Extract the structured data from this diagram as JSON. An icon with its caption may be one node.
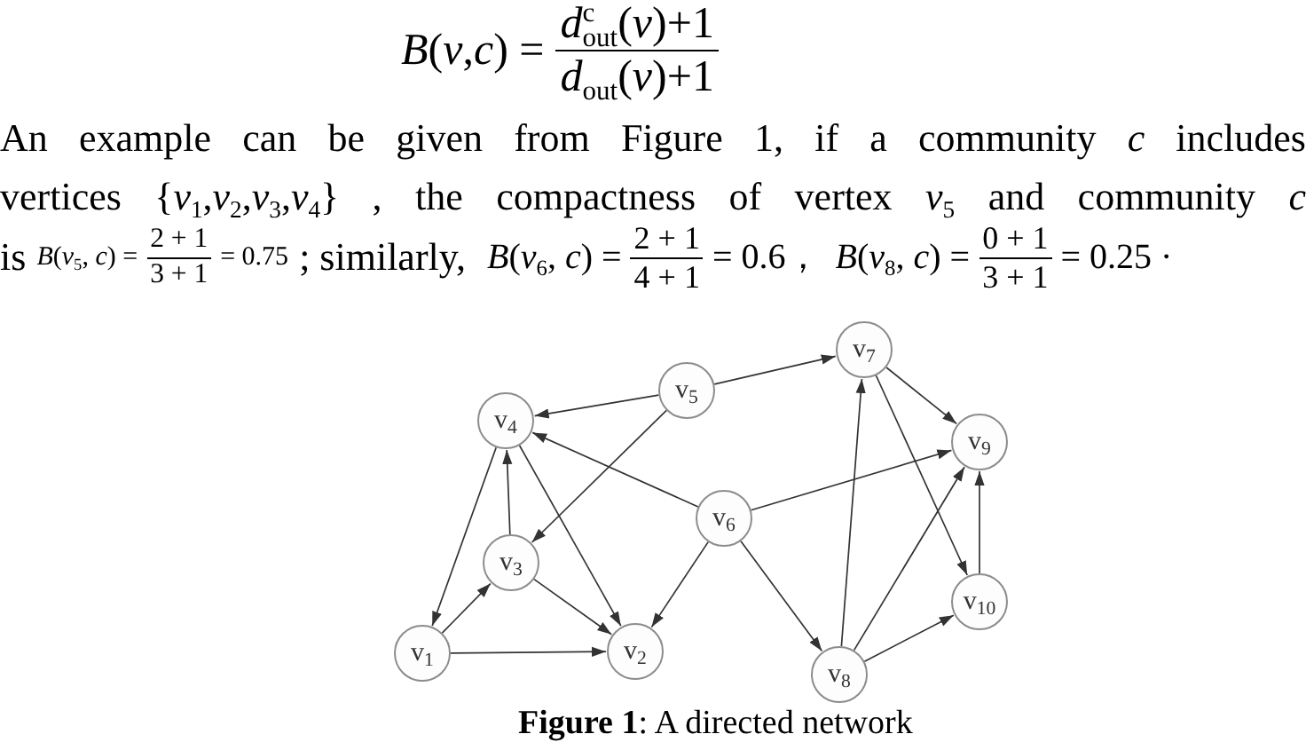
{
  "diagram": {
    "caption": "**Figure 1**: A directed network",
    "nodes": [
      {
        "text": [
          "v$_{1}$"
        ]
      },
      {
        "text": [
          "v$_{2}$"
        ]
      },
      {
        "text": [
          "v$_{3}$"
        ]
      },
      {
        "text": [
          "v$_{4}$"
        ]
      },
      {
        "text": [
          "v$_{5}$"
        ]
      },
      {
        "text": [
          "v$_{6}$"
        ]
      },
      {
        "text": [
          "v$_{7}$"
        ]
      },
      {
        "text": [
          "v$_{8}$"
        ]
      },
      {
        "text": [
          "v$_{9}$"
        ]
      },
      {
        "text": [
          "v$_{10}$"
        ]
      }
    ],
    "edges": [
      {
        "from": 0,
        "to": 1,
        "arrow": "to"
      },
      {
        "from": 0,
        "to": 2,
        "arrow": "to"
      },
      {
        "from": 3,
        "to": 0,
        "arrow": "to"
      },
      {
        "from": 2,
        "to": 3,
        "arrow": "to"
      },
      {
        "from": 2,
        "to": 1,
        "arrow": "to"
      },
      {
        "from": 3,
        "to": 1,
        "arrow": "to"
      },
      {
        "from": 4,
        "to": 3,
        "arrow": "to"
      },
      {
        "from": 4,
        "to": 2,
        "arrow": "to"
      },
      {
        "from": 4,
        "to": 6,
        "arrow": "to"
      },
      {
        "from": 5,
        "to": 3,
        "arrow": "to"
      },
      {
        "from": 5,
        "to": 1,
        "arrow": "to"
      },
      {
        "from": 5,
        "to": 7,
        "arrow": "to"
      },
      {
        "from": 5,
        "to": 8,
        "arrow": "to"
      },
      {
        "from": 6,
        "to": 8,
        "arrow": "to"
      },
      {
        "from": 6,
        "to": 9,
        "arrow": "to"
      },
      {
        "from": 7,
        "to": 6,
        "arrow": "to"
      },
      {
        "from": 7,
        "to": 8,
        "arrow": "to"
      },
      {
        "from": 7,
        "to": 9,
        "arrow": "to"
      },
      {
        "from": 9,
        "to": 8,
        "arrow": "to"
      }
    ],
    "labels": [
      "*B*(*v*,*c*) =",
      "*d*$^{c}$$_{out}$(*v*)+1",
      "*d*$_{out}$(*v*)+1",
      "An example can be given from Figure 1, if a community *c* includes vertices {*v*$_{1}$,*v*$_{2}$,*v*$_{3}$,*v*$_{4}$} , the compactness of vertex *v*$_{5}$ and community *c*",
      "is",
      "*B*(*v*$_{5}$, *c*) =",
      "2 + 1",
      "3 + 1",
      "= 0.75",
      "; similarly,",
      "*B*(*v*$_{6}$, *c*) =",
      "2 + 1",
      "4 + 1",
      "= 0.6，",
      "*B*(*v*$_{8}$, *c*) =",
      "0 + 1",
      "3 + 1",
      "= 0.25 ·"
    ]
  }
}
